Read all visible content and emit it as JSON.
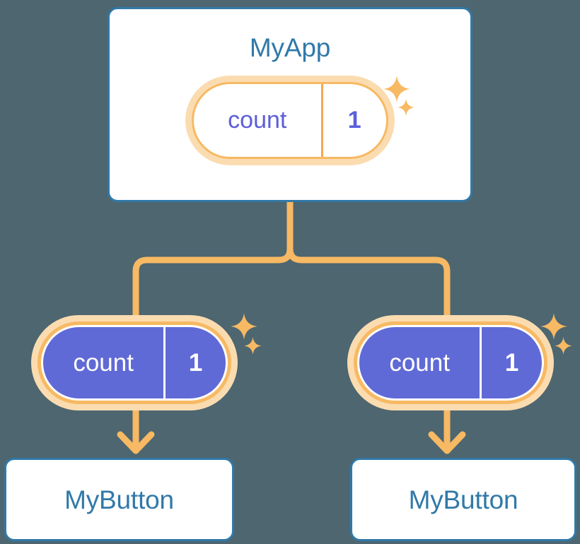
{
  "theme": {
    "background": "#4d6670",
    "card_border": "#3179a8",
    "card_fill": "#ffffff",
    "title_text": "#3179a8",
    "pill_border": "#f7b963",
    "pill_halo": "#fbdcb0",
    "pill_fill_purple": "#606ad6",
    "pill_text_purple": "#5b5fd9",
    "pill_text_white": "#ffffff",
    "connector": "#f7b963",
    "sparkle": "#f7b963"
  },
  "diagram": {
    "type": "component-state-propagation-tree",
    "root": {
      "title": "MyApp",
      "state": {
        "key": "count",
        "value": "1"
      }
    },
    "children": [
      {
        "title": "MyButton",
        "state": {
          "key": "count",
          "value": "1"
        }
      },
      {
        "title": "MyButton",
        "state": {
          "key": "count",
          "value": "1"
        }
      }
    ]
  },
  "labels": {
    "root_title": "MyApp",
    "root_state_key": "count",
    "root_state_value": "1",
    "left_state_key": "count",
    "left_state_value": "1",
    "right_state_key": "count",
    "right_state_value": "1",
    "left_button_title": "MyButton",
    "right_button_title": "MyButton"
  },
  "icons": {
    "sparkle": "sparkle-icon",
    "arrow_down": "arrow-down-icon",
    "branch": "branch-connector-icon"
  }
}
